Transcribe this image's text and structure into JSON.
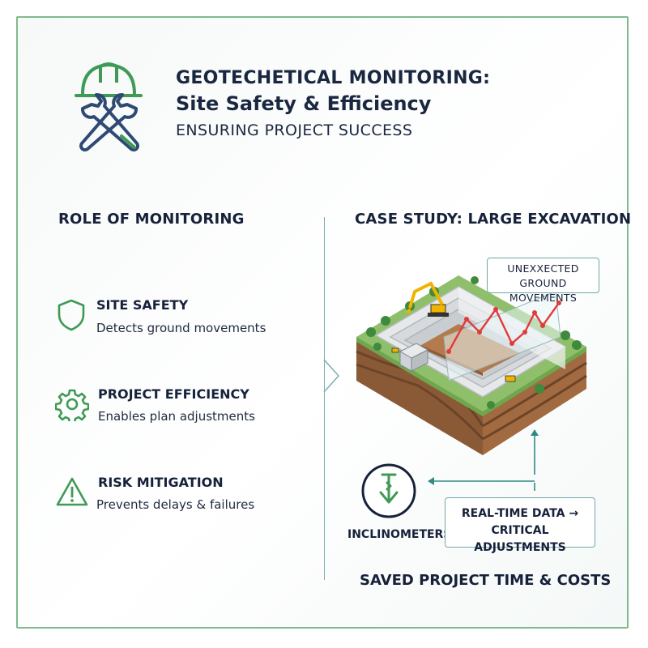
{
  "header": {
    "title": "GEOTECHETICAL MONITORING:",
    "subtitle": "Site Safety & Efficiency",
    "tagline": "ENSURING PROJECT SUCCESS",
    "logo_icon": "hardhat-wrench-icon"
  },
  "left": {
    "heading": "ROLE OF MONITORING",
    "items": [
      {
        "icon": "shield-icon",
        "title": "SITE SAFETY",
        "desc": "Detects ground movements"
      },
      {
        "icon": "gear-icon",
        "title": "PROJECT EFFICIENCY",
        "desc": "Enables plan adjustments"
      },
      {
        "icon": "warning-icon",
        "title": "RISK MITIGATION",
        "desc": "Prevents delays & failures"
      }
    ]
  },
  "right": {
    "heading": "CASE STUDY: LARGE EXCAVATION",
    "callout_line1": "UNEXXECTED",
    "callout_line2": "GROUND MOVEMENTS",
    "sensor_label": "INCLINOMETERS",
    "sensor_icon": "inclinometer-arrow-icon",
    "data_line1": "REAL-TIME DATA →",
    "data_line2": "CRITICAL ADJUSTMENTS",
    "footer": "SAVED PROJECT TIME & COSTS"
  },
  "colors": {
    "green": "#3f9a55",
    "teal": "#2f8a86",
    "navy": "#16213a",
    "red": "#e23b3b"
  }
}
